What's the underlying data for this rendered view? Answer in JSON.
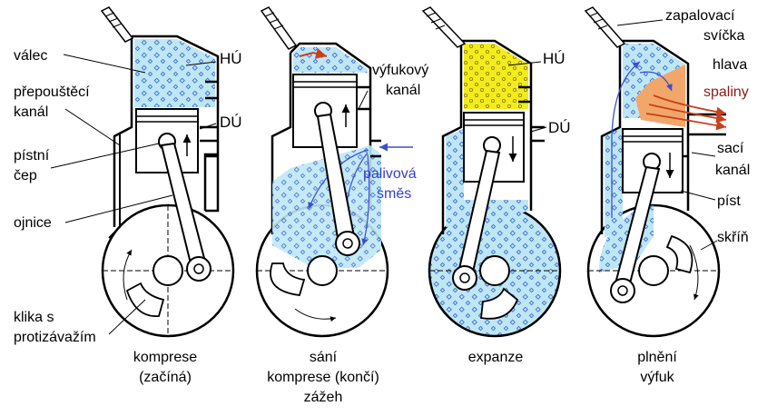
{
  "colors": {
    "mixture": "#bfe6f5",
    "mixture_dot": "#3a6fd0",
    "combustion": "#f2ec1c",
    "exhaust": "#f2a66a",
    "flow_arrow": "#3a4fd0",
    "exhaust_arrow": "#c8401a",
    "spaliny_text": "#8a1c1c",
    "palivova_text": "#3340c8"
  },
  "labels": {
    "valec": "válec",
    "prepoustecti_1": "přepouštěcí",
    "prepoustecti_2": "kanál",
    "pistni_1": "pístní",
    "pistni_2": "čep",
    "ojnice": "ojnice",
    "klika_1": "klika s",
    "klika_2": "protizávažím",
    "hu_1": "HÚ",
    "du_1": "DÚ",
    "vyfukovy_1": "výfukový",
    "vyfukovy_2": "kanál",
    "palivova_1": "palivová",
    "palivova_2": "směs",
    "hu_3": "HÚ",
    "du_3": "DÚ",
    "zapalovaci_1": "zapalovací",
    "zapalovaci_2": "svíčka",
    "hlava": "hlava",
    "spaliny": "spaliny",
    "saci_1": "sací",
    "saci_2": "kanál",
    "pist": "píst",
    "skrin": "skříň"
  },
  "captions": [
    {
      "lines": [
        "komprese",
        "(začíná)"
      ]
    },
    {
      "lines": [
        "sání",
        "komprese (končí)",
        "zážeh"
      ]
    },
    {
      "lines": [
        "expanze"
      ]
    },
    {
      "lines": [
        "plnění",
        "výfuk"
      ]
    }
  ]
}
